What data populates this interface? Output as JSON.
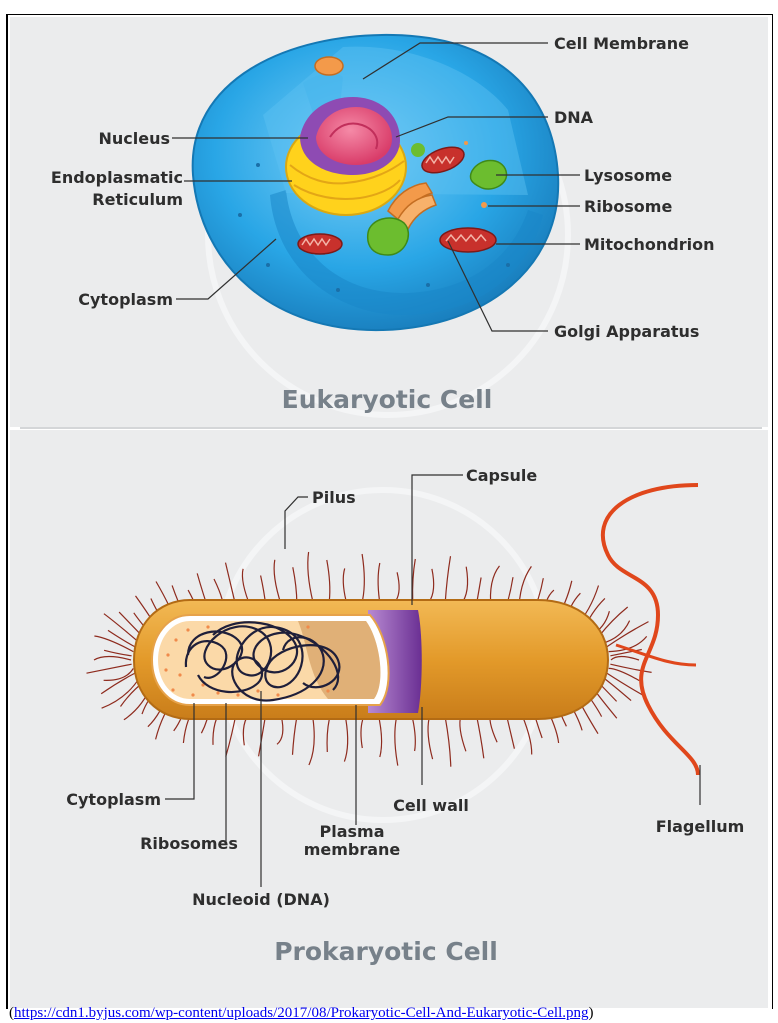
{
  "eukaryotic": {
    "title": "Eukaryotic Cell",
    "labels": {
      "cell_membrane": "Cell Membrane",
      "dna": "DNA",
      "nucleus": "Nucleus",
      "endoplasmatic_line1": "Endoplasmatic",
      "endoplasmatic_line2": "Reticulum",
      "lysosome": "Lysosome",
      "ribosome": "Ribosome",
      "mitochondrion": "Mitochondrion",
      "cytoplasm": "Cytoplasm",
      "golgi": "Golgi Apparatus"
    }
  },
  "prokaryotic": {
    "title": "Prokaryotic Cell",
    "labels": {
      "pilus": "Pilus",
      "capsule": "Capsule",
      "cytoplasm": "Cytoplasm",
      "ribosomes": "Ribosomes",
      "nucleoid": "Nucleoid (DNA)",
      "plasma_line1": "Plasma",
      "plasma_line2": "membrane",
      "cell_wall": "Cell wall",
      "flagellum": "Flagellum"
    }
  },
  "caption": {
    "open": "(",
    "link": "https://cdn1.byjus.com/wp-content/uploads/2017/08/Prokaryotic-Cell-And-Eukaryotic-Cell.png",
    "close": ")"
  },
  "colors": {
    "panel_bg": "#ebeced",
    "cell_blue": "#29a6e6",
    "cell_blue_light": "#7fd0f7",
    "nucleus_purple": "#8e4bb3",
    "dna_pink": "#ec5d84",
    "er_yellow": "#ffd21c",
    "mito_red": "#c8312c",
    "lysosome_green": "#6cbd2f",
    "golgi_orange": "#f39a4a",
    "bacterium_orange": "#e7a23b",
    "plasma_purple": "#7a3fa0",
    "title_grey": "#77818a",
    "link_blue": "#0000ee"
  }
}
